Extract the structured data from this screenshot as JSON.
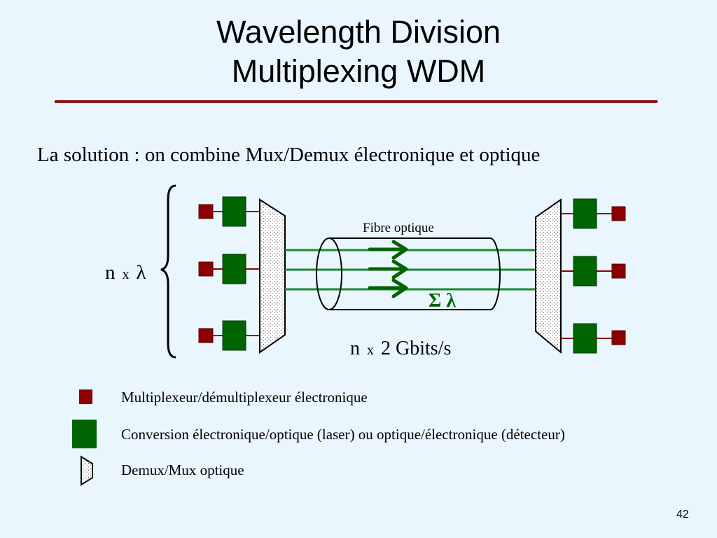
{
  "slide": {
    "title_line1": "Wavelength Division",
    "title_line2": "Multiplexing WDM",
    "subtitle": "La solution : on combine Mux/Demux électronique et optique",
    "page_number": "42"
  },
  "diagram": {
    "fiber_label": "Fibre optique",
    "channels_n": "n",
    "channels_x": "x",
    "channels_lambda": "λ",
    "sum_label": "Σ λ",
    "rate_n": "n",
    "rate_x": "x",
    "rate_value": "2 Gbits/s",
    "colors": {
      "electronic": "#8b0000",
      "conversion": "#006400",
      "fiber_lines": "#1a8a2a",
      "arrows": "#006400",
      "rule": "#8b1a1a"
    }
  },
  "legend": {
    "items": [
      {
        "label": "Multiplexeur/démultiplexeur électronique"
      },
      {
        "label": "Conversion électronique/optique (laser) ou optique/électronique (détecteur)"
      },
      {
        "label": "Demux/Mux optique"
      }
    ]
  }
}
